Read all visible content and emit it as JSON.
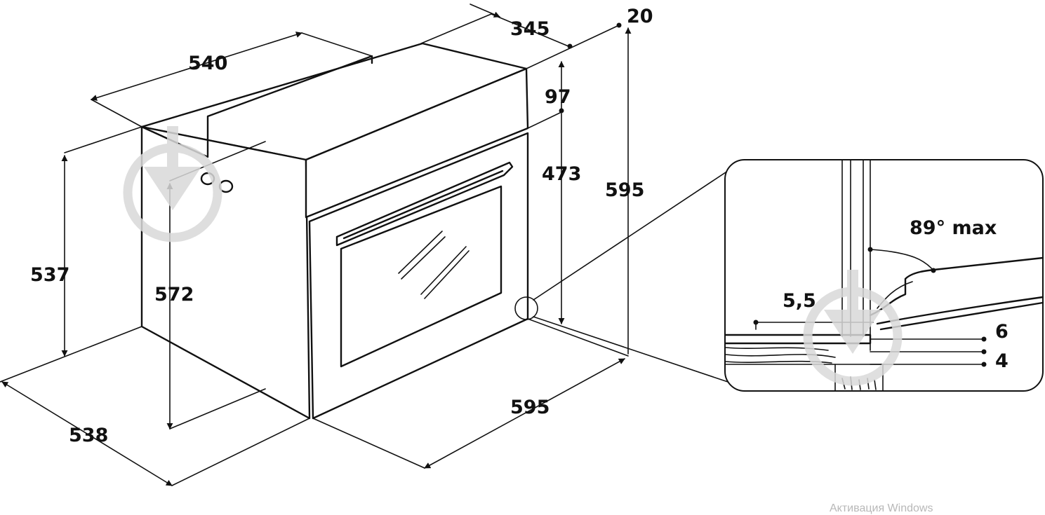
{
  "diagram": {
    "dimensions": {
      "cavity_width": "540",
      "appliance_depth": "345",
      "top_offset": "20",
      "control_panel_height": "97",
      "door_height": "473",
      "total_height": "595",
      "side_height": "537",
      "niche_height": "572",
      "niche_depth": "538",
      "total_width": "595"
    },
    "detail": {
      "door_angle": "89° max",
      "gap_left": "5,5",
      "gap_top": "6",
      "gap_bottom": "4"
    }
  },
  "overlay": {
    "os_watermark": "Активация Windows"
  },
  "colors": {
    "line": "#111111",
    "watermark": "#d9d9d9"
  }
}
